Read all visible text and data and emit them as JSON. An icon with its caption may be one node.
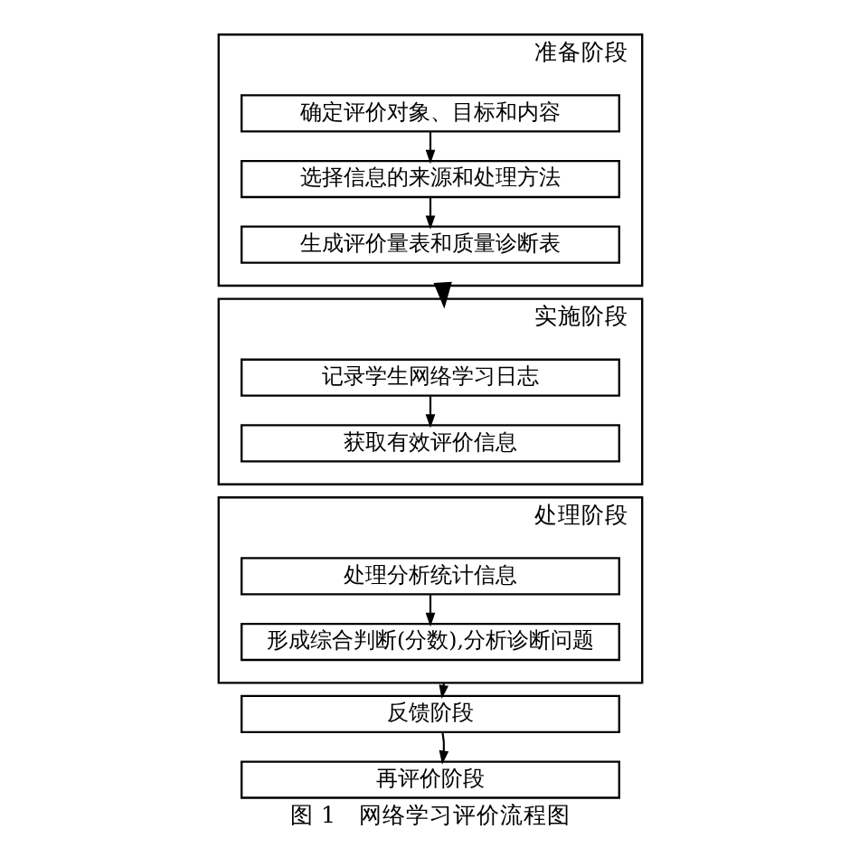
{
  "diagram": {
    "caption": "图 1　网络学习评价流程图",
    "nodes": [
      {
        "text": [
          "准备阶段"
        ]
      },
      {
        "text": [
          "确定评价对象、目标和内容"
        ],
        "in": 0
      },
      {
        "text": [
          "选择信息的来源和处理方法"
        ],
        "in": 0
      },
      {
        "text": [
          "生成评价量表和质量诊断表"
        ],
        "in": 0
      },
      {
        "text": [
          "实施阶段"
        ]
      },
      {
        "text": [
          "记录学生网络学习日志"
        ],
        "in": 4
      },
      {
        "text": [
          "获取有效评价信息"
        ],
        "in": 4
      },
      {
        "text": [
          "处理阶段"
        ]
      },
      {
        "text": [
          "处理分析统计信息"
        ],
        "in": 7
      },
      {
        "text": [
          "形成综合判断(分数),分析诊断问题"
        ],
        "in": 7
      },
      {
        "text": [
          "反馈阶段"
        ]
      },
      {
        "text": [
          "再评价阶段"
        ]
      }
    ],
    "edges": [
      {
        "from": 1,
        "to": 2,
        "arrow": "to"
      },
      {
        "from": 2,
        "to": 3,
        "arrow": "to"
      },
      {
        "from": 0,
        "to": 4,
        "arrow": "to",
        "style": "thick"
      },
      {
        "from": 5,
        "to": 6,
        "arrow": "to"
      },
      {
        "from": 8,
        "to": 9,
        "arrow": "to"
      },
      {
        "from": 7,
        "to": 10,
        "arrow": "to"
      },
      {
        "from": 10,
        "to": 11,
        "arrow": "to"
      }
    ]
  }
}
